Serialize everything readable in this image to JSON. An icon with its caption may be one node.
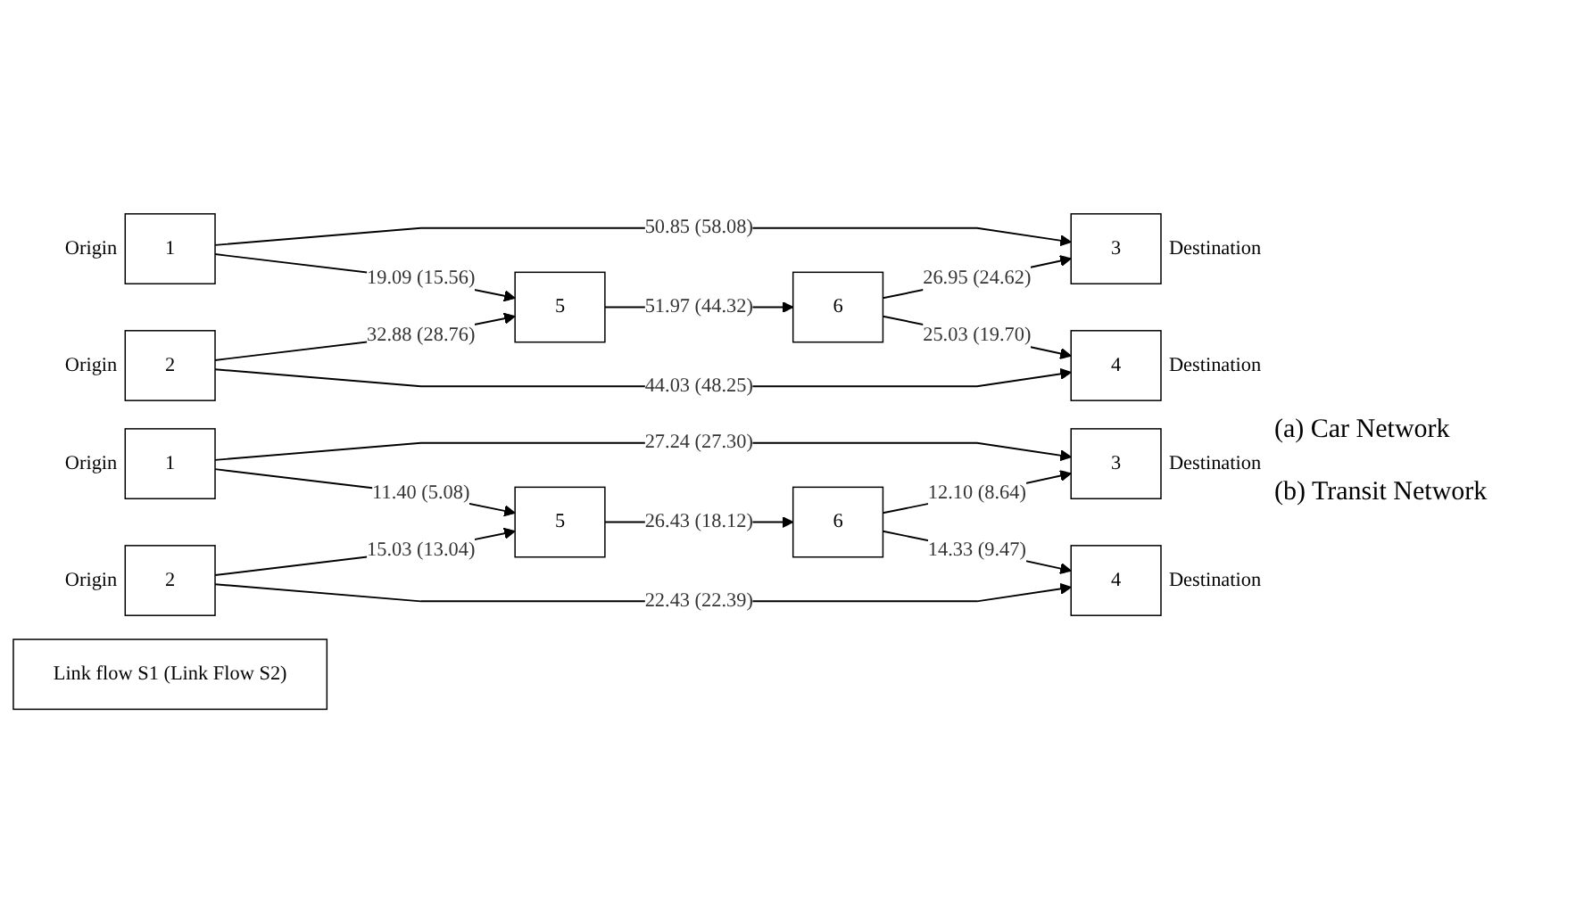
{
  "diagram": {
    "nodes": [
      {
        "text": [
          "1"
        ],
        "beside": [
          "Origin"
        ]
      },
      {
        "text": [
          "2"
        ],
        "beside": [
          "Origin"
        ]
      },
      {
        "text": [
          "5"
        ]
      },
      {
        "text": [
          "6"
        ]
      },
      {
        "text": [
          "3"
        ],
        "beside": [
          "Destination"
        ]
      },
      {
        "text": [
          "4"
        ],
        "beside": [
          "Destination"
        ]
      },
      {
        "text": [
          "1"
        ],
        "beside": [
          "Origin"
        ]
      },
      {
        "text": [
          "2"
        ],
        "beside": [
          "Origin"
        ]
      },
      {
        "text": [
          "5"
        ]
      },
      {
        "text": [
          "6"
        ]
      },
      {
        "text": [
          "3"
        ],
        "beside": [
          "Destination"
        ]
      },
      {
        "text": [
          "4"
        ],
        "beside": [
          "Destination"
        ]
      },
      {
        "text": [
          "Link flow S1 (Link Flow S2)"
        ]
      }
    ],
    "edges": [
      {
        "from": 0,
        "to": 4,
        "arrow": "to",
        "label": "50.85 (58.08)"
      },
      {
        "from": 0,
        "to": 2,
        "arrow": "to",
        "label": "19.09 (15.56)"
      },
      {
        "from": 1,
        "to": 2,
        "arrow": "to",
        "label": "32.88 (28.76)"
      },
      {
        "from": 1,
        "to": 5,
        "arrow": "to",
        "label": "44.03 (48.25)"
      },
      {
        "from": 2,
        "to": 3,
        "arrow": "to",
        "label": "51.97 (44.32)"
      },
      {
        "from": 3,
        "to": 4,
        "arrow": "to",
        "label": "26.95 (24.62)"
      },
      {
        "from": 3,
        "to": 5,
        "arrow": "to",
        "label": "25.03 (19.70)"
      },
      {
        "from": 6,
        "to": 10,
        "arrow": "to",
        "label": "27.24 (27.30)"
      },
      {
        "from": 6,
        "to": 8,
        "arrow": "to",
        "label": "11.40 (5.08)"
      },
      {
        "from": 7,
        "to": 8,
        "arrow": "to",
        "label": "15.03 (13.04)"
      },
      {
        "from": 7,
        "to": 11,
        "arrow": "to",
        "label": "22.43 (22.39)"
      },
      {
        "from": 8,
        "to": 9,
        "arrow": "to",
        "label": "26.43 (18.12)"
      },
      {
        "from": 9,
        "to": 10,
        "arrow": "to",
        "label": "12.10 (8.64)"
      },
      {
        "from": 9,
        "to": 11,
        "arrow": "to",
        "label": "14.33 (9.47)"
      }
    ],
    "labels": [
      "(a) Car Network",
      "(b) Transit Network"
    ]
  }
}
